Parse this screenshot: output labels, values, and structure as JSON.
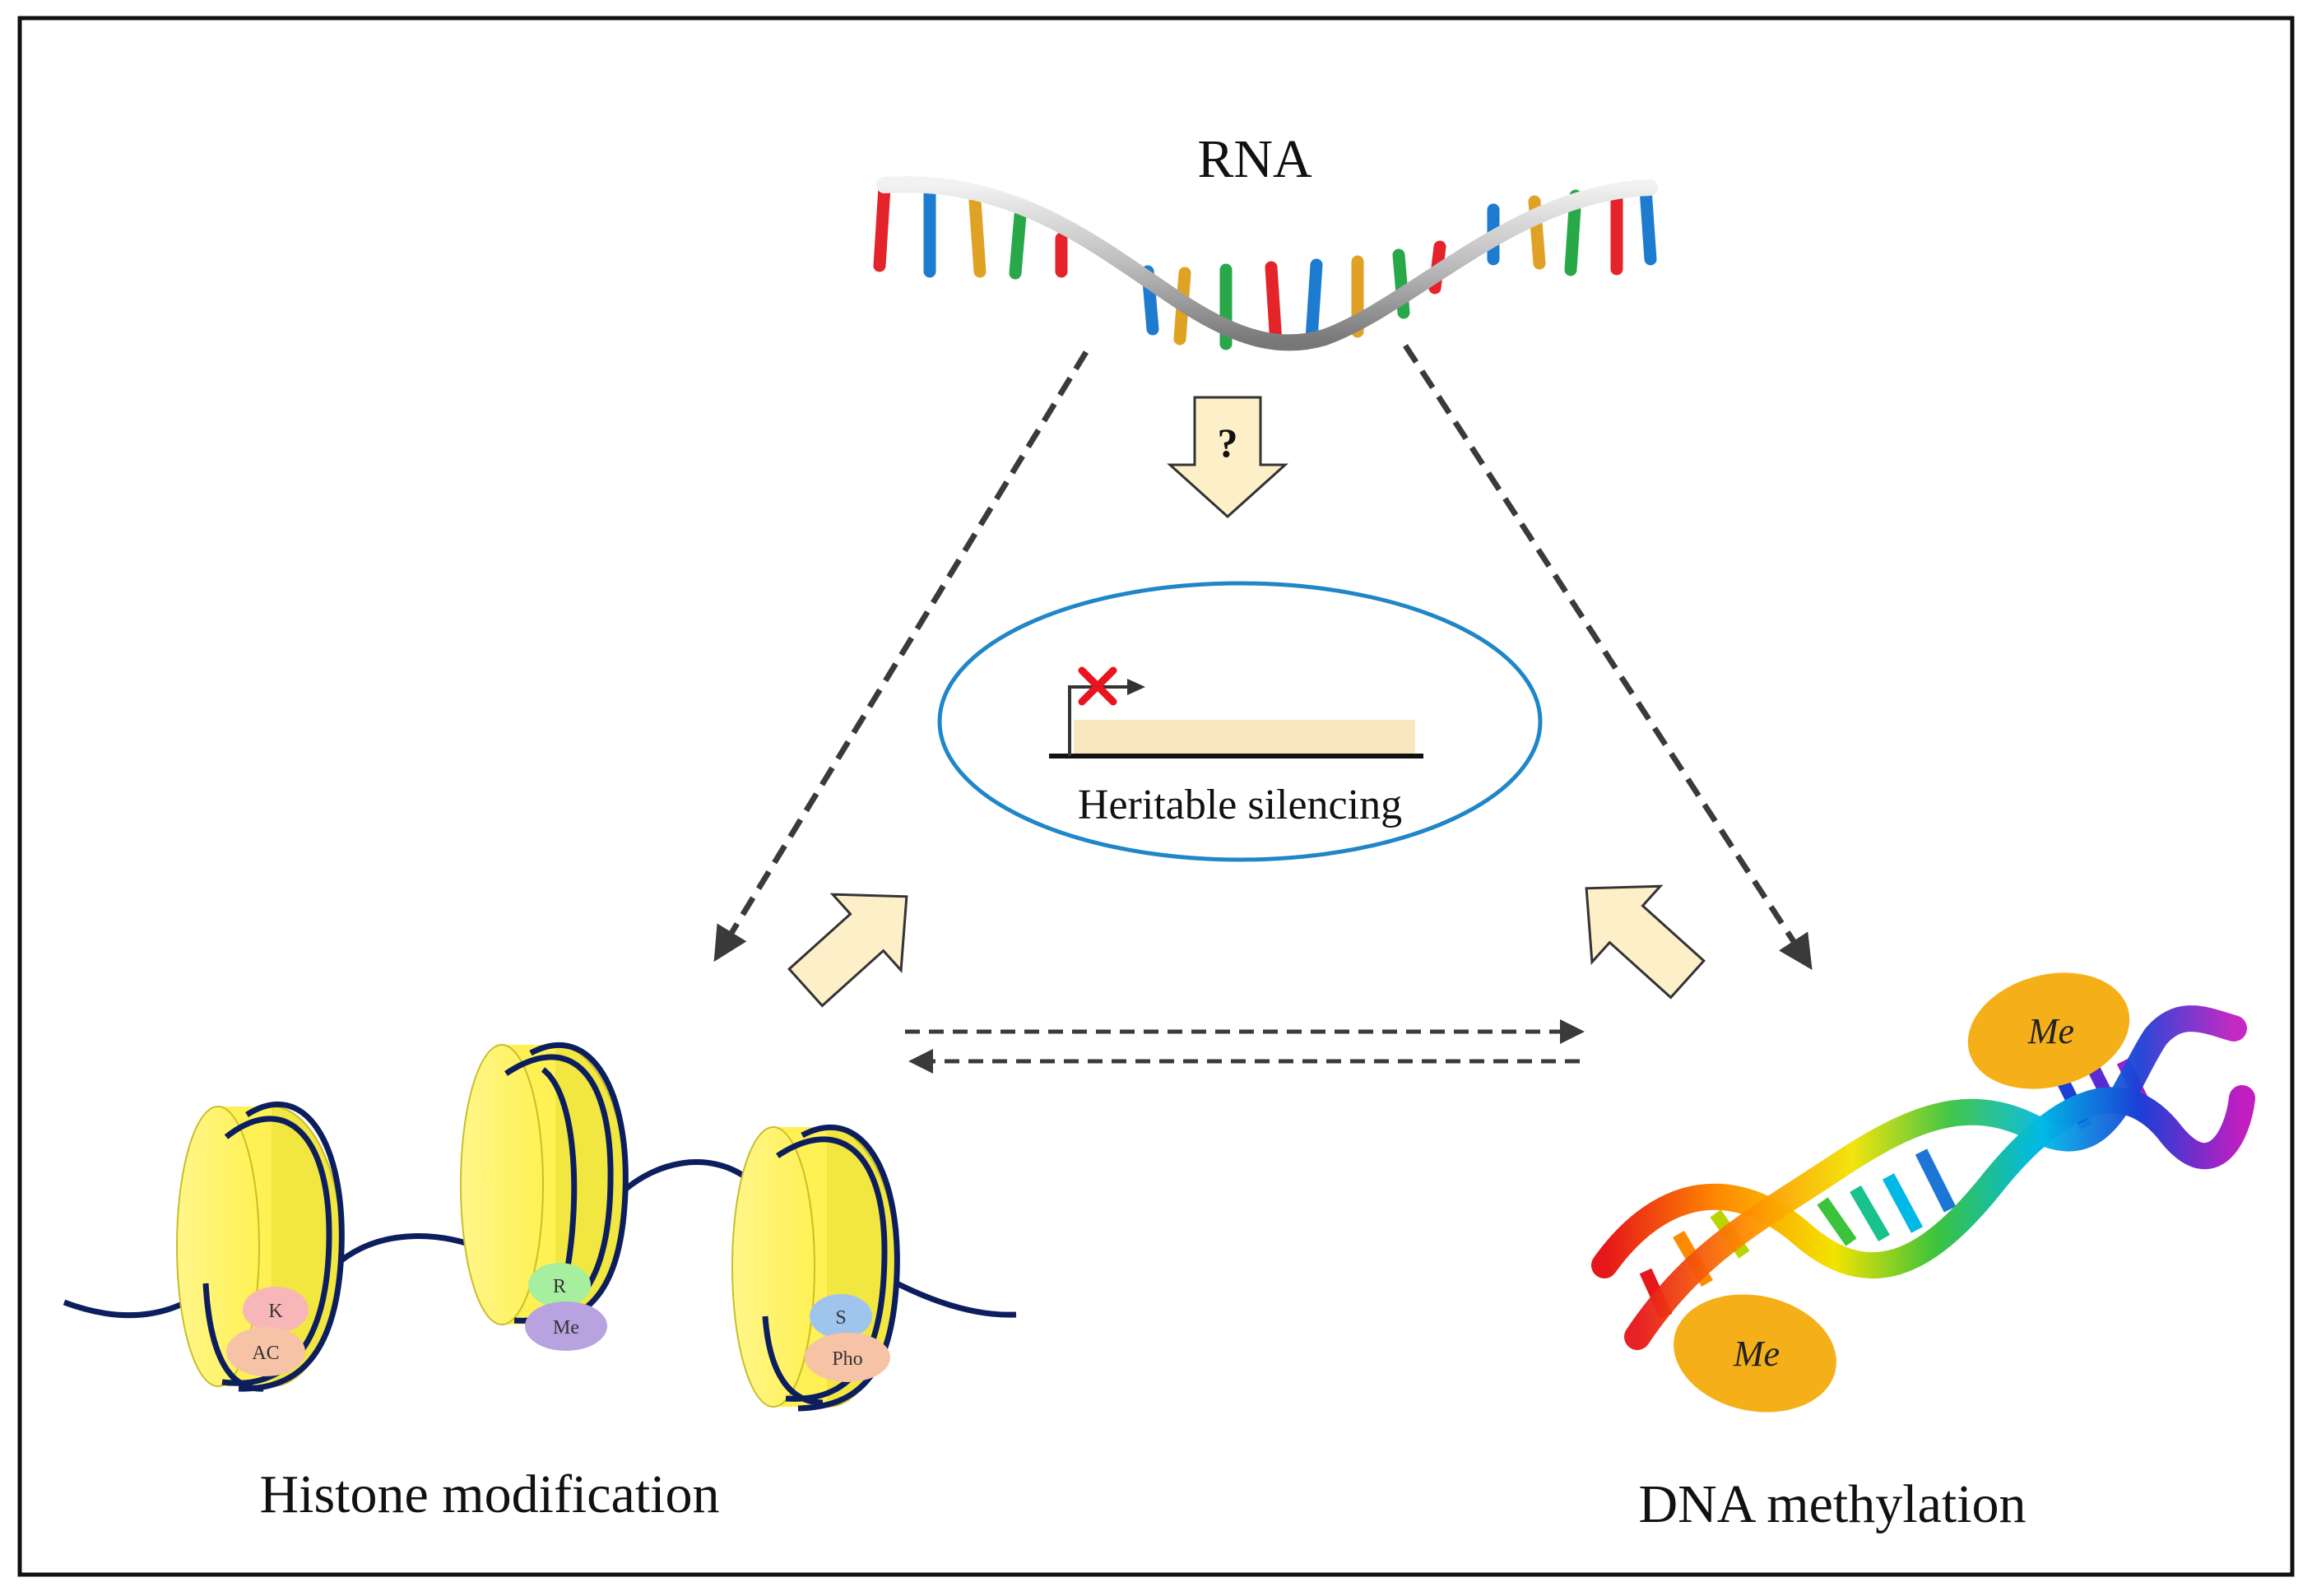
{
  "labels": {
    "rna": "RNA",
    "question": "?",
    "center": "Heritable silencing",
    "histone": "Histone modification",
    "dna": "DNA  methylation"
  },
  "histone_marks": [
    {
      "residue": "K",
      "mod": "AC"
    },
    {
      "residue": "R",
      "mod": "Me"
    },
    {
      "residue": "S",
      "mod": "Pho"
    }
  ],
  "methyl_tags": [
    "Me",
    "Me"
  ],
  "colors": {
    "frame": "#111111",
    "arrow_fill": "#fdf0c8",
    "arrow_stroke": "#333333",
    "ellipse": "#1f86c8",
    "gene_body": "#f9e7bf",
    "cross": "#e8141e",
    "nucleosome": "#fff45c",
    "dna_wrap": "#0c1e5e",
    "me_blob": "#f5b019",
    "dashed": "#3a3a3a"
  }
}
